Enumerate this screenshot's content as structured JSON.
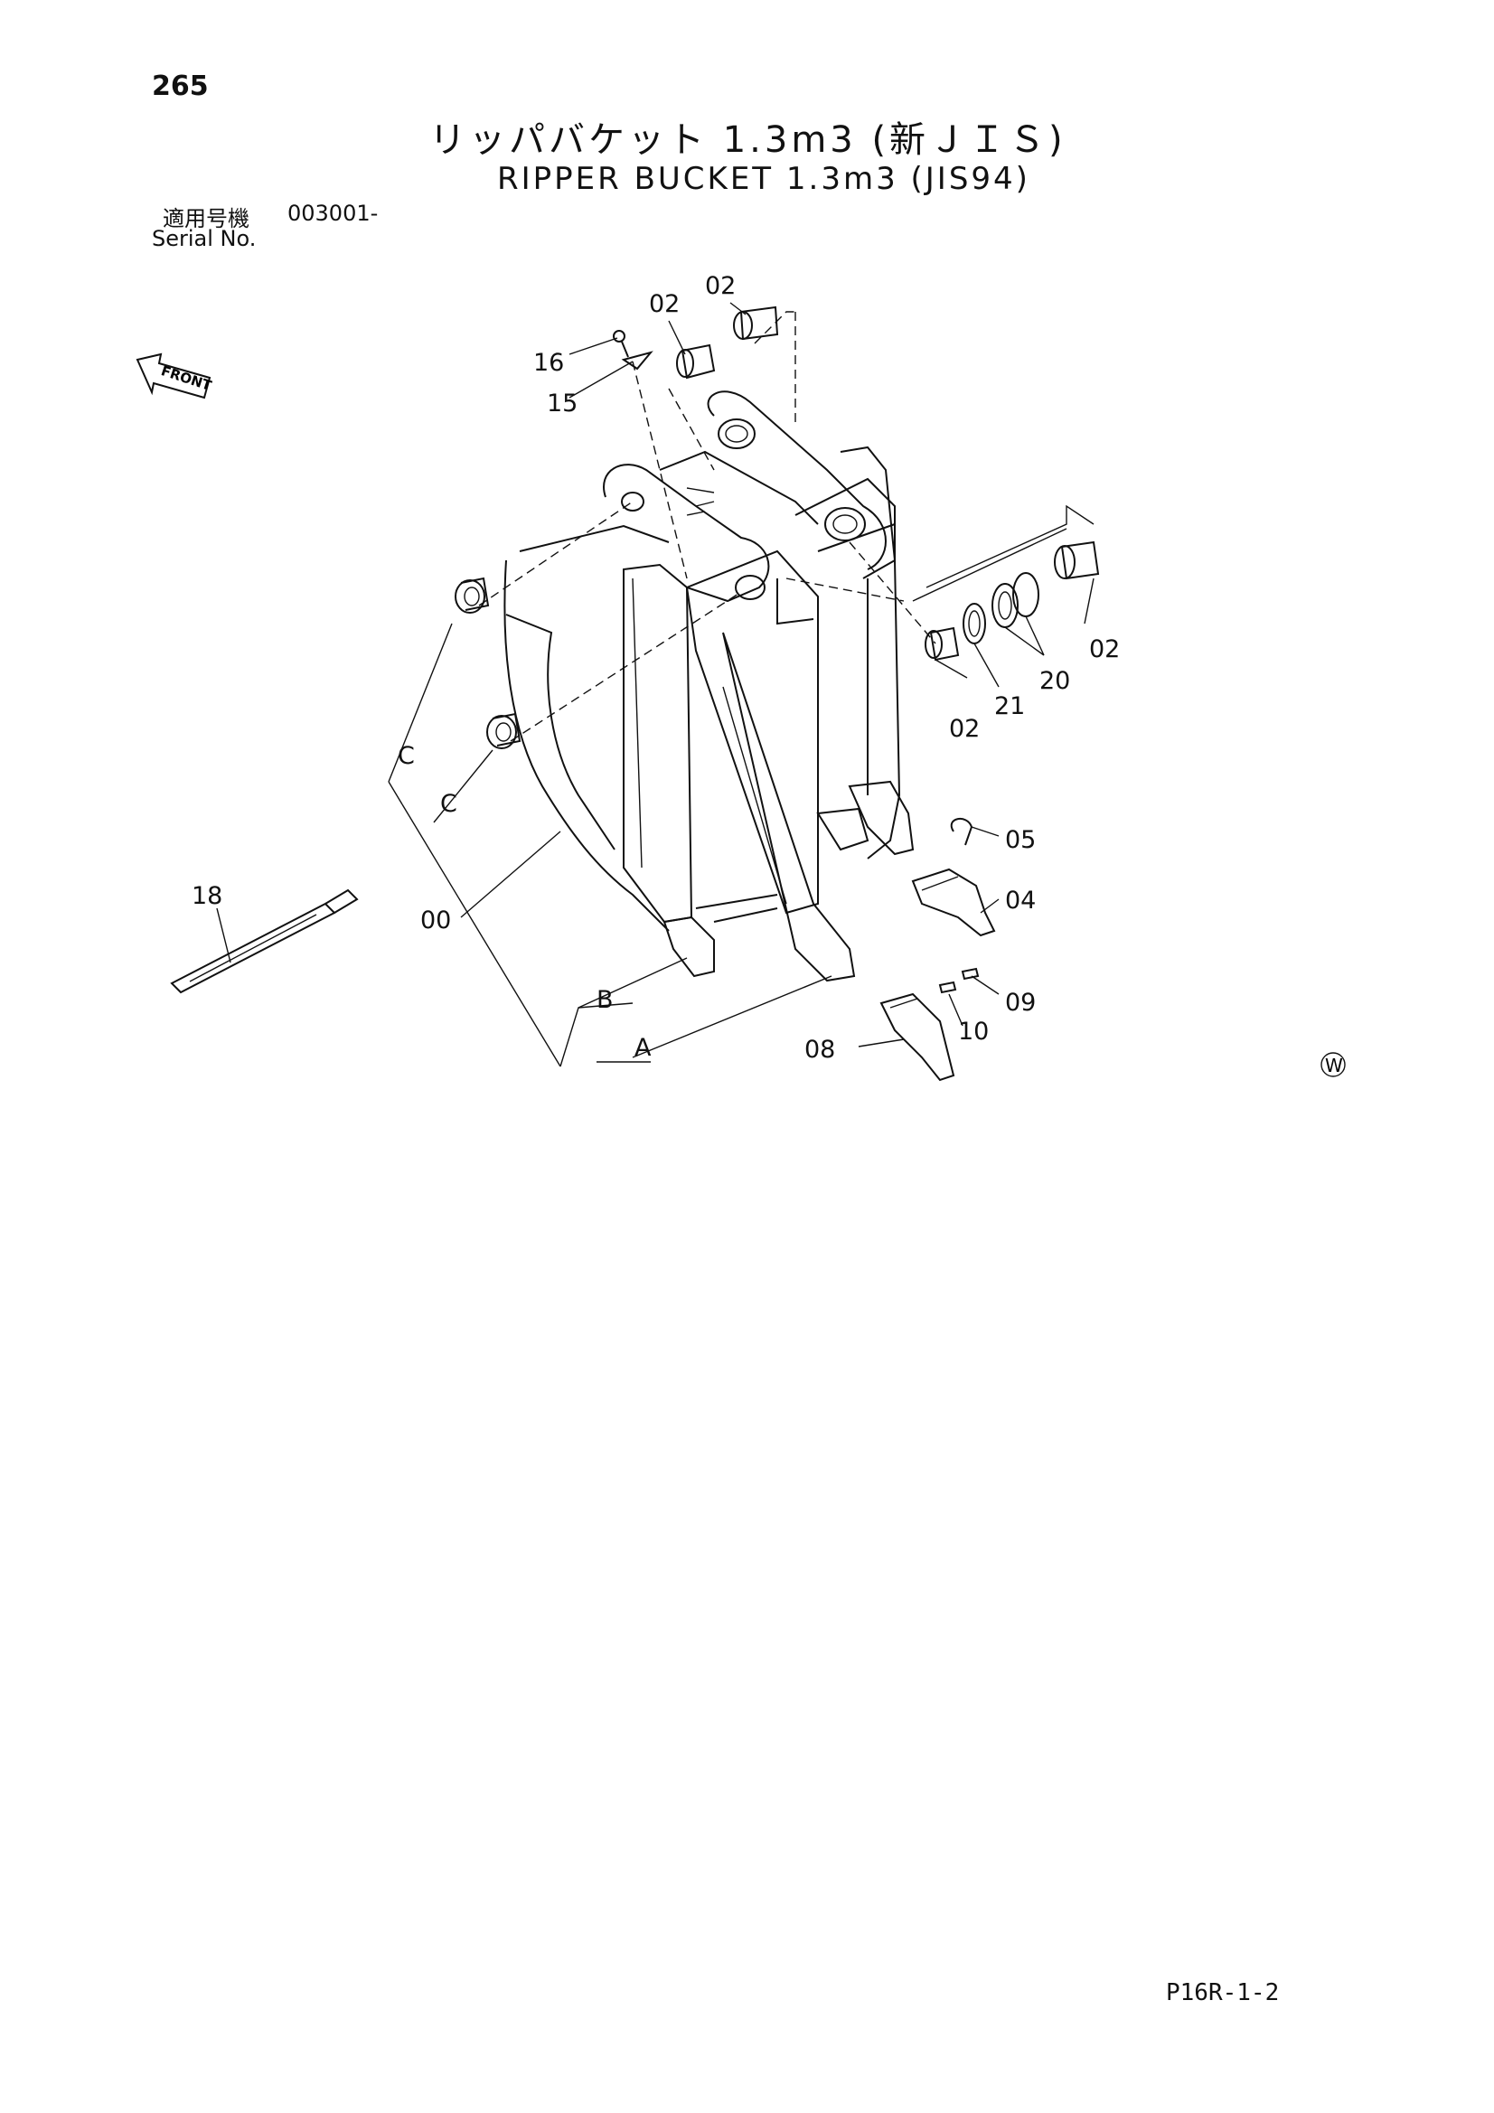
{
  "page_number": "265",
  "title_jp": "リッパバケット 1.3m3 (新ＪＩＳ)",
  "title_en": "RIPPER BUCKET 1.3m3 (JIS94)",
  "serial": {
    "label_jp": "適用号機",
    "label_en": "Serial No.",
    "value": "003001-"
  },
  "front_label": "FRONT",
  "callouts": {
    "c02a": "02",
    "c02b": "02",
    "c02c": "02",
    "c02d": "02",
    "c16": "16",
    "c15": "15",
    "c21": "21",
    "c20": "20",
    "c05": "05",
    "c04": "04",
    "c09": "09",
    "c10": "10",
    "c08": "08",
    "c18": "18",
    "c00": "00",
    "cCa": "C",
    "cCb": "C",
    "cB": "B",
    "cA": "A"
  },
  "watermark": "W",
  "footer_code": "P16R-1-2"
}
